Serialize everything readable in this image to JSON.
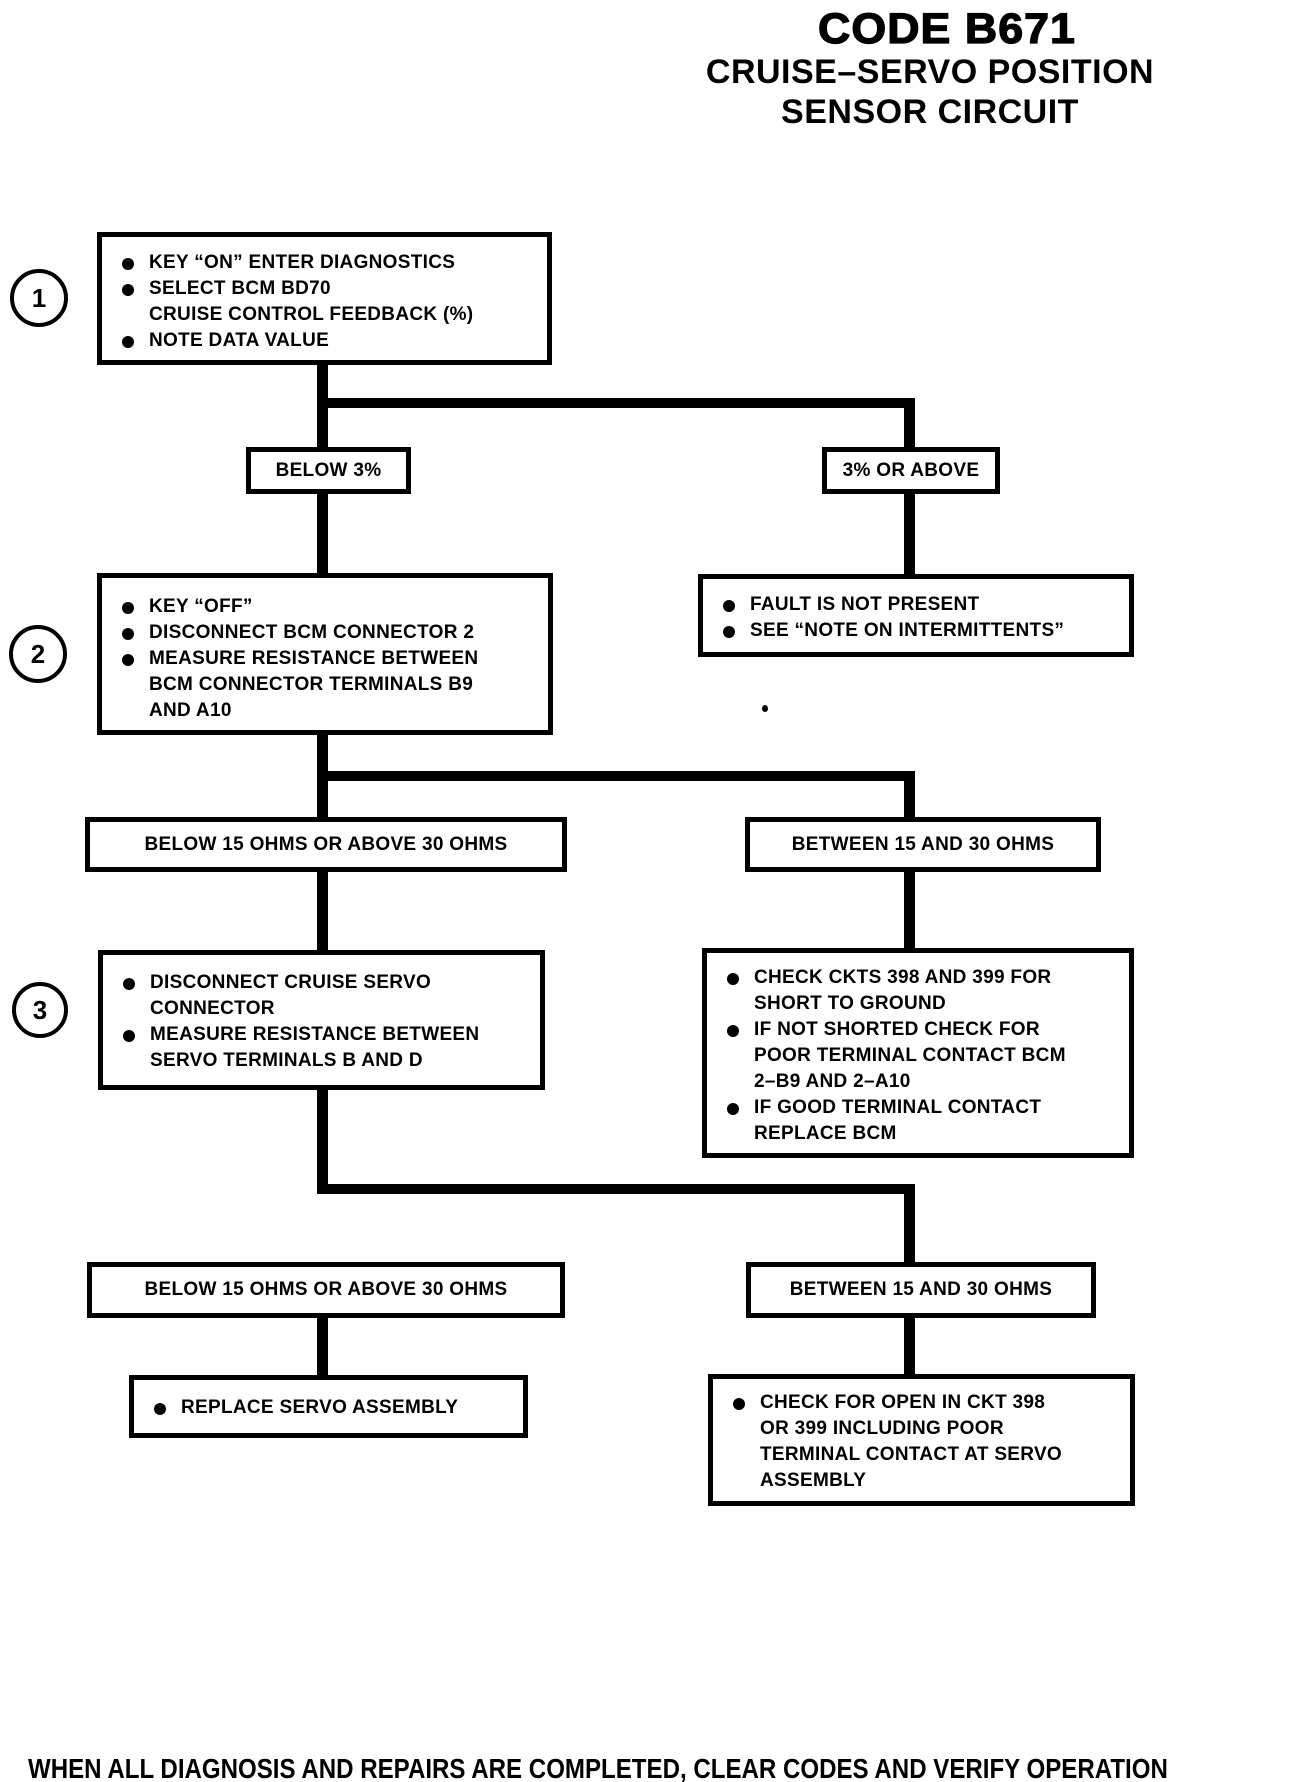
{
  "colors": {
    "ink": "#000000",
    "paper": "#ffffff"
  },
  "title": {
    "code": "CODE B671",
    "subtitle1": "CRUISE–SERVO POSITION",
    "subtitle2": "SENSOR CIRCUIT"
  },
  "flow": {
    "step1": {
      "number": "1",
      "items": [
        "KEY “ON” ENTER DIAGNOSTICS",
        "SELECT BCM BD70\nCRUISE CONTROL FEEDBACK (%)",
        "NOTE DATA VALUE"
      ]
    },
    "branch1": {
      "left_label": "BELOW 3%",
      "right_label": "3% OR ABOVE"
    },
    "step2": {
      "number": "2",
      "items": [
        "KEY “OFF”",
        "DISCONNECT BCM CONNECTOR 2",
        "MEASURE RESISTANCE BETWEEN\nBCM CONNECTOR TERMINALS B9\nAND A10"
      ]
    },
    "fault_not_present": {
      "items": [
        "FAULT IS NOT PRESENT",
        "SEE “NOTE ON INTERMITTENTS”"
      ]
    },
    "branch2": {
      "left_label": "BELOW 15 OHMS OR ABOVE 30 OHMS",
      "right_label": "BETWEEN 15 AND 30 OHMS"
    },
    "step3": {
      "number": "3",
      "items": [
        "DISCONNECT CRUISE SERVO\nCONNECTOR",
        "MEASURE RESISTANCE BETWEEN\nSERVO TERMINALS B AND D"
      ]
    },
    "check_short": {
      "items": [
        "CHECK CKTS 398 AND 399 FOR\nSHORT TO GROUND",
        "IF NOT SHORTED CHECK FOR\nPOOR TERMINAL CONTACT BCM\n2–B9 AND 2–A10",
        "IF GOOD TERMINAL CONTACT\nREPLACE BCM"
      ]
    },
    "branch3": {
      "left_label": "BELOW 15 OHMS OR ABOVE 30 OHMS",
      "right_label": "BETWEEN 15 AND 30 OHMS"
    },
    "replace_servo": {
      "items": [
        "REPLACE SERVO ASSEMBLY"
      ]
    },
    "check_open": {
      "items": [
        "CHECK FOR OPEN IN CKT 398\nOR 399 INCLUDING POOR\nTERMINAL CONTACT AT SERVO\nASSEMBLY"
      ]
    }
  },
  "footer": {
    "text": "WHEN ALL DIAGNOSIS AND REPAIRS ARE COMPLETED, CLEAR CODES AND VERIFY OPERATION"
  }
}
